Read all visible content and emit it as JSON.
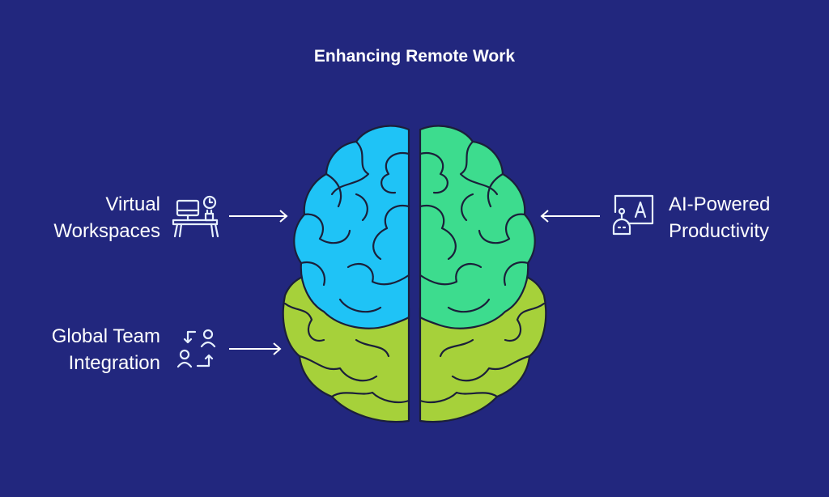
{
  "title": "Enhancing Remote Work",
  "items": [
    {
      "line1": "Virtual",
      "line2": "Workspaces",
      "icon": "workspace-desk-icon"
    },
    {
      "line1": "Global Team",
      "line2": "Integration",
      "icon": "team-exchange-icon"
    },
    {
      "line1": "AI-Powered",
      "line2": "Productivity",
      "icon": "ai-robot-icon"
    }
  ],
  "colors": {
    "background": "#22277e",
    "blue": "#1fc3f6",
    "green": "#3ddc8e",
    "lime": "#a6d13a",
    "outline": "#1b1f3a"
  }
}
